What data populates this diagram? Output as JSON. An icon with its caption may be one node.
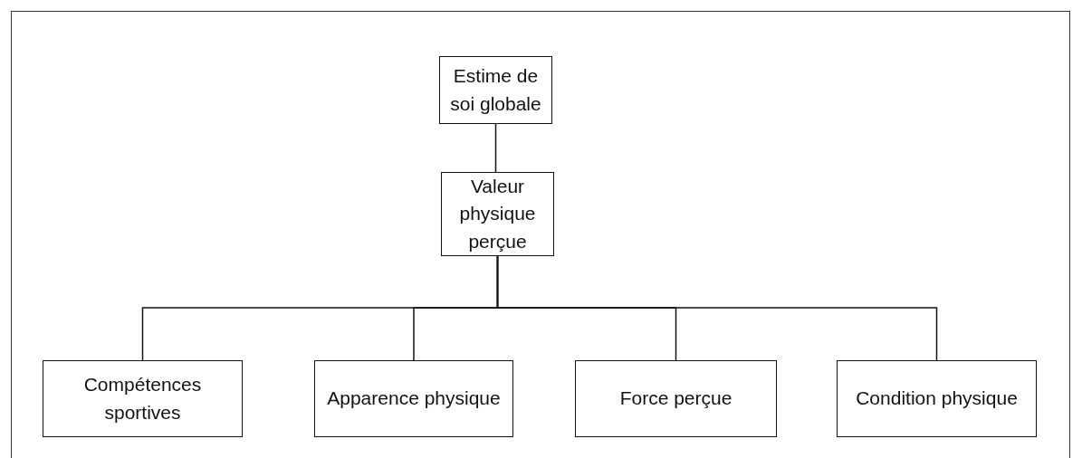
{
  "diagram": {
    "nodes": [
      {
        "text": [
          "Estime de soi globale"
        ]
      },
      {
        "text": [
          "Valeur physique perçue"
        ]
      },
      {
        "text": [
          "Compétences sportives"
        ]
      },
      {
        "text": [
          "Apparence physique"
        ]
      },
      {
        "text": [
          "Force perçue"
        ]
      },
      {
        "text": [
          "Condition physique"
        ]
      }
    ],
    "edges": [
      {
        "from": 0,
        "to": 1,
        "arrow": "none"
      },
      {
        "from": 1,
        "to": 2,
        "arrow": "none"
      },
      {
        "from": 1,
        "to": 3,
        "arrow": "none"
      },
      {
        "from": 1,
        "to": 4,
        "arrow": "none"
      },
      {
        "from": 1,
        "to": 5,
        "arrow": "none"
      }
    ]
  }
}
